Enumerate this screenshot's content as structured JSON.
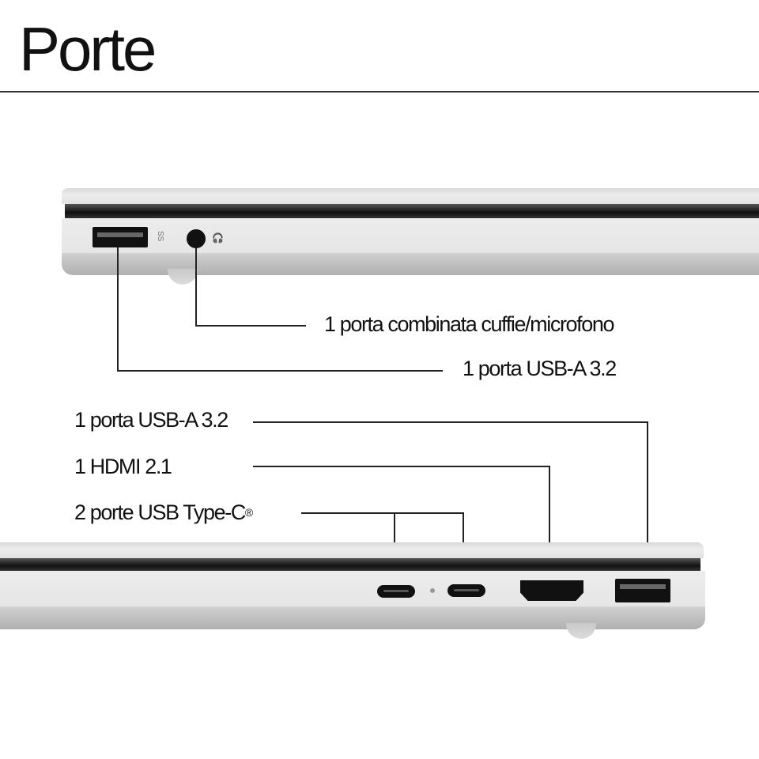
{
  "title": "Porte",
  "top_view": {
    "labels": [
      {
        "id": "audio",
        "text": "1 porta combinata cuffie/microfono"
      },
      {
        "id": "usba_left",
        "text": "1 porta USB-A 3.2"
      }
    ],
    "port_icons": [
      "usb-ss-icon",
      "headphone-icon"
    ]
  },
  "bottom_view": {
    "labels": [
      {
        "id": "usba_right",
        "text": "1 porta USB-A 3.2"
      },
      {
        "id": "hdmi",
        "text": "1 HDMI 2.1"
      },
      {
        "id": "usbc",
        "text": "2 porte USB Type-C",
        "suffix": "®"
      }
    ],
    "port_icons": [
      "usb-c-ss-icon",
      "usb-c-ss-icon",
      "hdmi-icon",
      "usb-ss-icon"
    ],
    "glyphs": {
      "ss": "SS",
      "hdmi": "HDMI"
    }
  },
  "colors": {
    "line": "#222222",
    "body": "#e6e6e6",
    "port": "#111111"
  }
}
